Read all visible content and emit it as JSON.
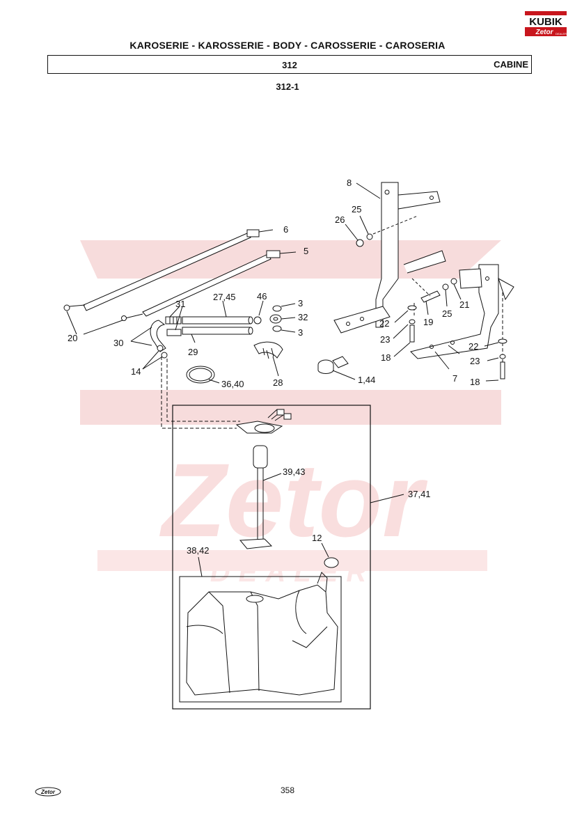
{
  "header": {
    "title": "KAROSERIE - KAROSSERIE - BODY - CAROSSERIE - CAROSERIA",
    "section_number": "312",
    "section_name": "CABINE",
    "subsection": "312-1"
  },
  "logo": {
    "brand": "KUBIK",
    "sub": "Zetor",
    "tag": "DEALER"
  },
  "watermark": {
    "brand": "Zetor",
    "tag": "DEALER"
  },
  "callouts": {
    "c6": "6",
    "c5": "5",
    "c8": "8",
    "c25a": "25",
    "c26": "26",
    "c20": "20",
    "c31": "31",
    "c2745": "27,45",
    "c46": "46",
    "c3a": "3",
    "c32": "32",
    "c3b": "3",
    "c30": "30",
    "c29": "29",
    "c14": "14",
    "c3640": "36,40",
    "c28": "28",
    "c144": "1,44",
    "c22a": "22",
    "c19": "19",
    "c25b": "25",
    "c21": "21",
    "c23a": "23",
    "c18a": "18",
    "c22b": "22",
    "c23b": "23",
    "c7": "7",
    "c18b": "18",
    "c3943": "39,43",
    "c3741": "37,41",
    "c12": "12",
    "c3842": "38,42"
  },
  "footer": {
    "page_number": "358",
    "logo": "Zetor"
  },
  "colors": {
    "line": "#111111",
    "watermark": "#f6d6d6",
    "logo_red": "#c8161d"
  }
}
